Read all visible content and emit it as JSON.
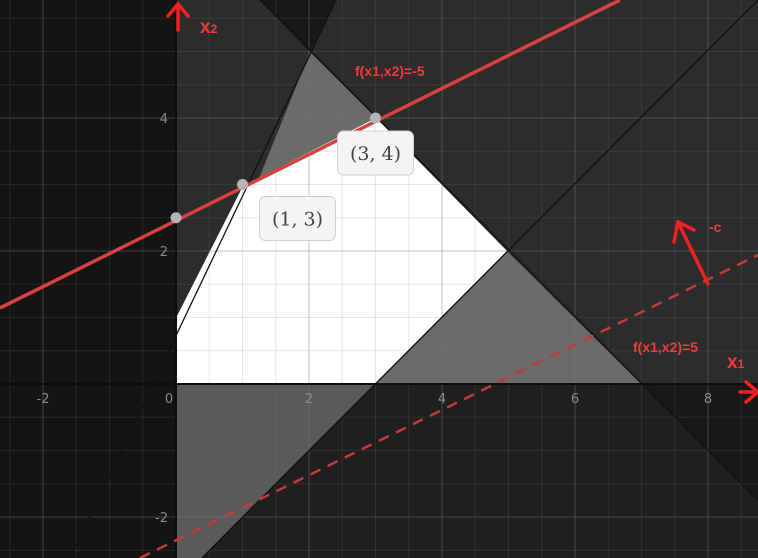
{
  "axes": {
    "x_label": "x1",
    "y_label": "x2",
    "x_ticks": [
      "-2",
      "0",
      "2",
      "4",
      "6",
      "8"
    ],
    "y_ticks": [
      "4",
      "2",
      "-2"
    ],
    "xlim": [
      -2.6,
      8.8
    ],
    "ylim": [
      -2.6,
      5.8
    ]
  },
  "labels": {
    "top_line": "f(x1,x2)=-5",
    "bottom_line": "f(x1,x2)=5",
    "direction": "-c"
  },
  "points": [
    {
      "x": 0,
      "y": 2.5,
      "label": ""
    },
    {
      "x": 1,
      "y": 3,
      "label": "(1, 3)"
    },
    {
      "x": 3,
      "y": 4,
      "label": "(3, 4)"
    }
  ],
  "colors": {
    "feasible": "#ffffff",
    "objective": "#ef3b3b",
    "background": "#1f1f1f"
  }
}
